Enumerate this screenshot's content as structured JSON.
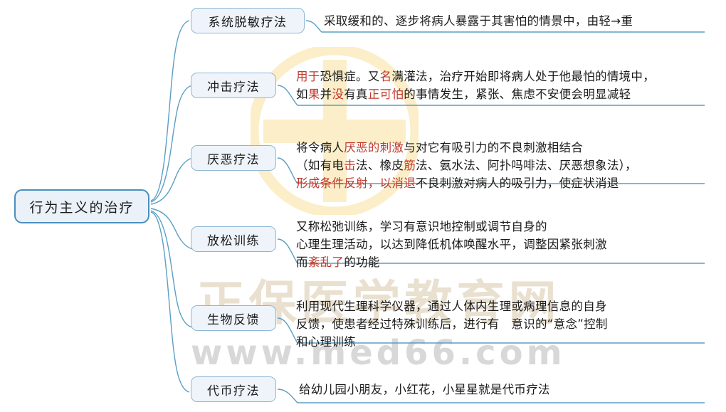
{
  "title": "行为主义的治疗",
  "root": {
    "label": "行为主义的治疗"
  },
  "watermark": {
    "brand": "正保医学教育网",
    "url": "www.med66.com",
    "logo_icon": "cross-circle-logo-icon",
    "logo_color": "#fbeec8",
    "brand_color": "#e9e0cf",
    "url_color": "#d8d8d8"
  },
  "colors": {
    "node_border": "#8fb6d4",
    "node_fill": "#eef4fa",
    "root_border": "#4a8fbe",
    "root_fill": "#eaf1f8",
    "link": "#5b9ec4",
    "text": "#1a1a1a",
    "highlight": "#c0392b"
  },
  "branches": [
    {
      "label": "系统脱敏疗法",
      "lines": [
        [
          {
            "t": "采取缓和的、逐步将病人暴露于其害怕的情景中，由轻→重",
            "h": false
          }
        ]
      ]
    },
    {
      "label": "冲击疗法",
      "lines": [
        [
          {
            "t": "用于",
            "h": true
          },
          {
            "t": "恐惧症。又",
            "h": false
          },
          {
            "t": "名",
            "h": true
          },
          {
            "t": "满灌法，治疗开始即将病人处于他最怕的情境中，",
            "h": false
          }
        ],
        [
          {
            "t": "如",
            "h": false
          },
          {
            "t": "果",
            "h": true
          },
          {
            "t": "并",
            "h": false
          },
          {
            "t": "没",
            "h": true
          },
          {
            "t": "有真",
            "h": false
          },
          {
            "t": "正可怕",
            "h": true
          },
          {
            "t": "的事情发生，紧张、焦虑不安便会明显减轻",
            "h": false
          }
        ]
      ]
    },
    {
      "label": "厌恶疗法",
      "lines": [
        [
          {
            "t": "将令病人",
            "h": false
          },
          {
            "t": "厌恶的刺激",
            "h": true
          },
          {
            "t": "与对它有吸引力的不良刺激相结合",
            "h": false
          }
        ],
        [
          {
            "t": "（如有电",
            "h": false
          },
          {
            "t": "击",
            "h": true
          },
          {
            "t": "法、橡皮",
            "h": false
          },
          {
            "t": "筋",
            "h": true
          },
          {
            "t": "法、氨水法、阿扑吗啡法、厌恶想象法），",
            "h": false
          }
        ],
        [
          {
            "t": "形成条件反射，以消退",
            "h": true
          },
          {
            "t": "不良刺激对病人的吸引力，使症状消退",
            "h": false
          }
        ]
      ]
    },
    {
      "label": "放松训练",
      "lines": [
        [
          {
            "t": "又称松弛训练，学习有意识地控制或调节自身的",
            "h": false
          }
        ],
        [
          {
            "t": "心理生理活动，以达到降低机体唤醒水平，调整因紧张刺激",
            "h": false
          }
        ],
        [
          {
            "t": "而",
            "h": false
          },
          {
            "t": "紊乱了",
            "h": true
          },
          {
            "t": "的功能",
            "h": false
          }
        ]
      ]
    },
    {
      "label": "生物反馈",
      "lines": [
        [
          {
            "t": "利用现代生理科学仪器，通过人体内生理或病理信息的自身",
            "h": false
          }
        ],
        [
          {
            "t": "反馈，使患者经过特殊训练后，进行有　意识的“意念”控制",
            "h": false
          }
        ],
        [
          {
            "t": "和心理训练",
            "h": false
          }
        ]
      ]
    },
    {
      "label": "代币疗法",
      "lines": [
        [
          {
            "t": "给幼儿园小朋友，小红花，小星星就是代币疗法",
            "h": false
          }
        ]
      ]
    }
  ]
}
